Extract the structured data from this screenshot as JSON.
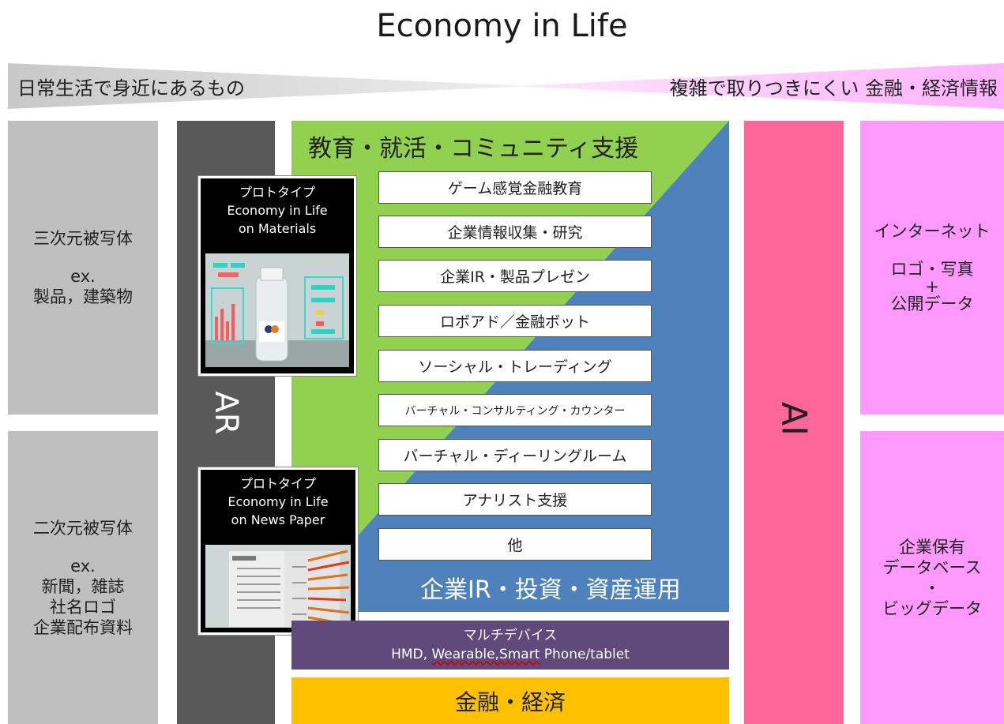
{
  "title": "Economy in Life",
  "banner": {
    "left": "日常生活で身近にあるもの",
    "right": "複雑で取りつきにくい 金融・経済情報"
  },
  "left_column": {
    "top": {
      "title": "三次元被写体",
      "ex": "ex.",
      "examples": [
        "製品，建築物"
      ]
    },
    "bottom": {
      "title": "二次元被写体",
      "ex": "ex.",
      "examples": [
        "新聞，雑誌",
        "社名ロゴ",
        "企業配布資料"
      ]
    }
  },
  "ar_label": "AR",
  "prototypes": [
    {
      "lines": [
        "プロトタイプ",
        "Economy in Life",
        "on Materials"
      ]
    },
    {
      "lines": [
        "プロトタイプ",
        "Economy in Life",
        "on News Paper"
      ]
    }
  ],
  "center": {
    "top_label": "教育・就活・コミュニティ支援",
    "bottom_label": "企業IR・投資・資産運用",
    "items": [
      "ゲーム感覚金融教育",
      "企業情報収集・研究",
      "企業IR・製品プレゼン",
      "ロボアド／金融ボット",
      "ソーシャル・トレーディング",
      "バーチャル・コンサルティング・カウンター",
      "バーチャル・ディーリングルーム",
      "アナリスト支援",
      "他"
    ],
    "colors": {
      "green": "#92d050",
      "blue": "#4f81bd"
    }
  },
  "multidevice": {
    "title": "マルチデバイス",
    "sub_prefix": "HMD, ",
    "sub_wave": "Wearable,Smart",
    "sub_suffix": " Phone/tablet"
  },
  "finance": "金融・経済",
  "ai_label": "AI",
  "right_column": {
    "top": {
      "line1": "インターネット",
      "line2": "ロゴ・写真",
      "line3": "+",
      "line4": "公開データ"
    },
    "bottom": {
      "line1": "企業保有",
      "line2": "データベース",
      "line3": "・",
      "line4": "ビッグデータ"
    }
  }
}
